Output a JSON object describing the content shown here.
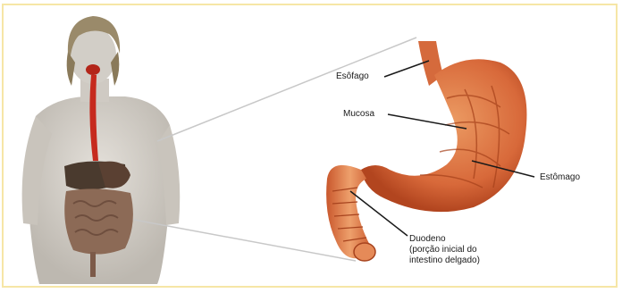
{
  "labels": {
    "esofago": "Esôfago",
    "mucosa": "Mucosa",
    "estomago": "Estômago",
    "duodeno": "Duodeno\n(porção inicial do\nintestino delgado)"
  },
  "colors": {
    "frame": "#f6e6a6",
    "stomach": "#d8693a",
    "skin": "#d7d3cd",
    "hair": "#9a8a6a",
    "esophagus": "#c62a1e",
    "liver": "#4a3a2e",
    "intestine": "#8c6a56"
  },
  "icons": {
    "figure": "human-torso-illustration",
    "organ": "stomach-cross-section-illustration"
  }
}
